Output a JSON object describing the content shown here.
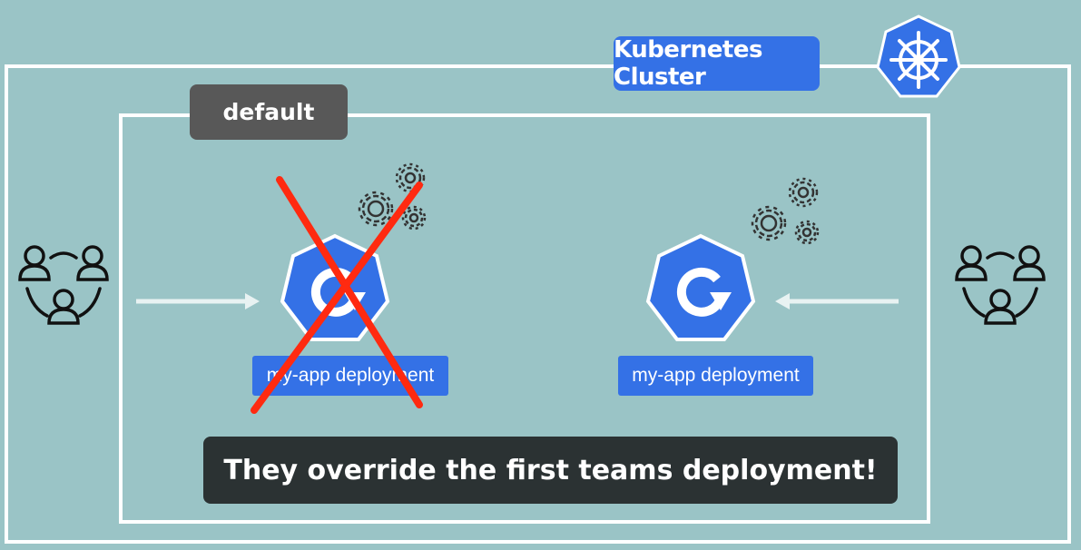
{
  "cluster": {
    "label": "Kubernetes Cluster",
    "logo_icon": "kubernetes-helm-icon"
  },
  "namespace": {
    "label": "default"
  },
  "deployments": [
    {
      "label": "my-app deployment",
      "icon": "deployment-icon",
      "crossed_out": true
    },
    {
      "label": "my-app deployment",
      "icon": "deployment-icon",
      "crossed_out": false
    }
  ],
  "teams": [
    {
      "icon": "team-icon",
      "side": "left"
    },
    {
      "icon": "team-icon",
      "side": "right"
    }
  ],
  "caption": "They override the first teams deployment!",
  "colors": {
    "background": "#9ac4c6",
    "k8s_blue": "#3471e6",
    "namespace_gray": "#585858",
    "cross_red": "#ff2a10",
    "caption_bg": "#2b3233"
  }
}
